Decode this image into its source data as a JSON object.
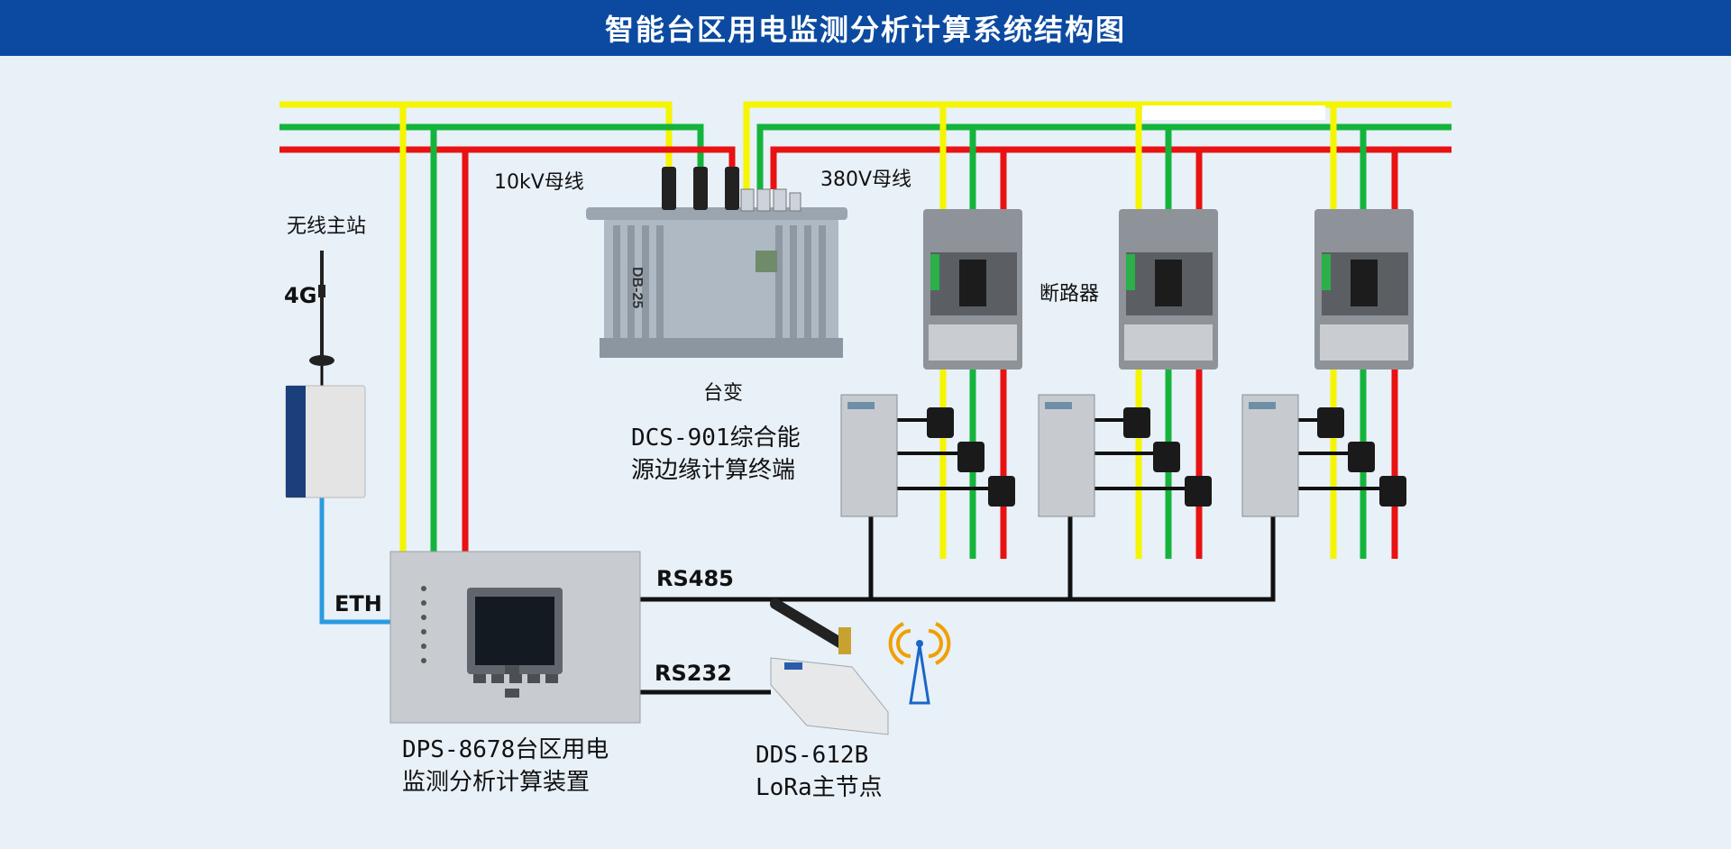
{
  "title": "智能台区用电监测分析计算系统结构图",
  "colors": {
    "title_bg": "#0b4aa0",
    "phase_a": "#f5f500",
    "phase_b": "#14b43c",
    "phase_c": "#e81212",
    "bus": "#111111",
    "eth": "#2a9be0"
  },
  "labels": {
    "bus_10kv": "10kV母线",
    "bus_380v": "380V母线",
    "wireless_station": "无线主站",
    "net_4g": "4G",
    "transformer": "台变",
    "transformer_code": "DB-25",
    "breaker": "断路器",
    "dcs_line1": "DCS-901综合能",
    "dcs_line2": "源边缘计算终端",
    "eth": "ETH",
    "rs485": "RS485",
    "rs232": "RS232",
    "dps_line1": "DPS-8678台区用电",
    "dps_line2": "监测分析计算装置",
    "dds_line1": "DDS-612B",
    "dds_line2": "LoRa主节点"
  },
  "icons": [
    "antenna-icon",
    "wireless-signal-icon"
  ]
}
